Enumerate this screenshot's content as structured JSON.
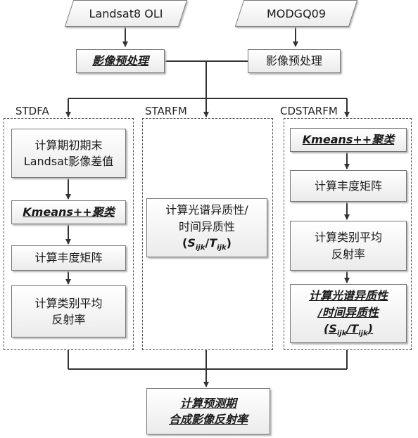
{
  "inputs": {
    "landsat": "Landsat8 OLI",
    "modis": "MODGQ09"
  },
  "preprocess": {
    "left": "影像预处理",
    "right": "影像预处理"
  },
  "groups": {
    "stdfa": {
      "label": "STDFA",
      "step1_line1": "计算期初期末",
      "step1_line2": "Landsat影像差值",
      "step2": "Kmeans++聚类",
      "step3": "计算丰度矩阵",
      "step4_line1": "计算类别平均",
      "step4_line2": "反射率"
    },
    "starfm": {
      "label": "STARFM",
      "line1": "计算光谱异质性/",
      "line2": "时间异质性",
      "sym_open": "(",
      "sym_s": "S",
      "sym_s_sub": "ijk",
      "sym_slash": "/",
      "sym_t": "T",
      "sym_t_sub": "ijk",
      "sym_close": ")"
    },
    "cdstarfm": {
      "label": "CDSTARFM",
      "step1": "Kmeans++聚类",
      "step2": "计算丰度矩阵",
      "step3_line1": "计算类别平均",
      "step3_line2": "反射率",
      "step4_line1": "计算光谱异质性",
      "step4_line2": "/时间异质性",
      "sym_open": "(",
      "sym_s": "S",
      "sym_s_sub": "ijk",
      "sym_slash": "/",
      "sym_t": "T",
      "sym_t_sub": "ijk",
      "sym_close": ")"
    }
  },
  "output": {
    "line1": "计算预测期",
    "line2": "合成影像反射率"
  }
}
